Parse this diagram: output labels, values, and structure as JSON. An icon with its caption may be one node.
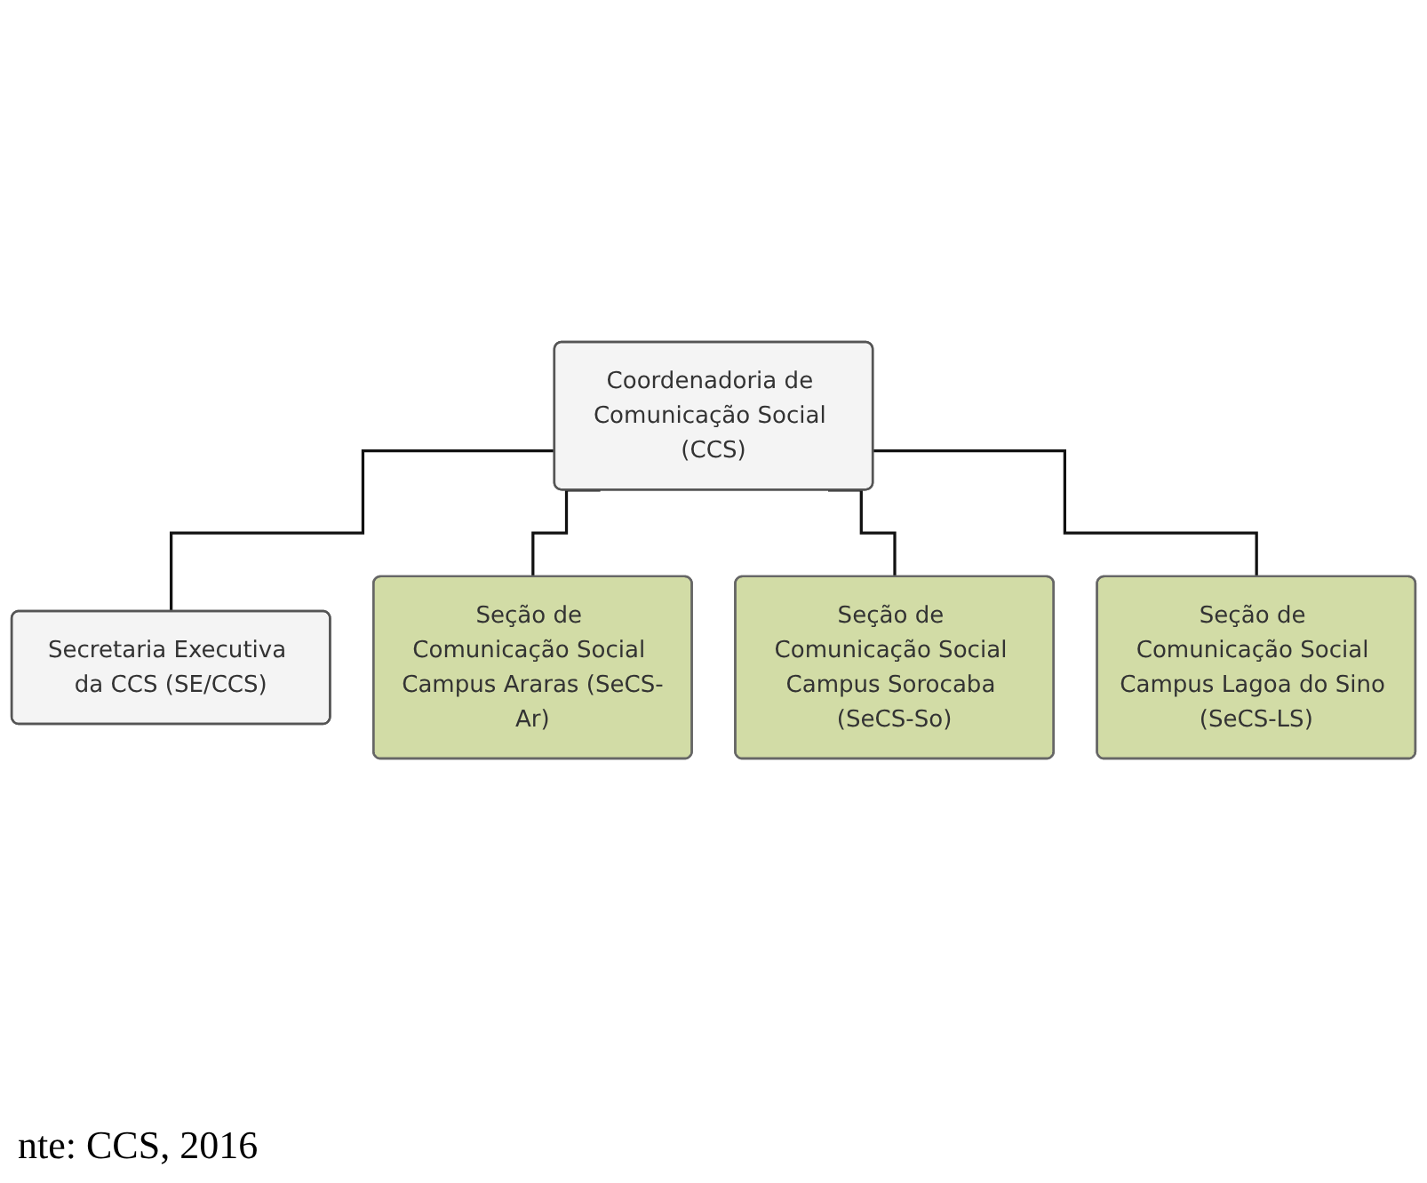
{
  "diagram": {
    "caption": "nte: CCS, 2016",
    "nodes": [
      {
        "text": [
          "Coordenadoria de Comunicação Social (CCS)"
        ]
      },
      {
        "text": [
          "Secretaria Executiva da CCS (SE/CCS)"
        ]
      },
      {
        "text": [
          "Seção de Comunicação Social Campus Araras (SeCS-Ar)"
        ]
      },
      {
        "text": [
          "Seção de Comunicação Social Campus Sorocaba (SeCS-So)"
        ]
      },
      {
        "text": [
          "Seção de Comunicação Social Campus Lagoa do Sino (SeCS-LS)"
        ]
      }
    ],
    "edges": [
      {
        "from": 0,
        "to": 1,
        "arrow": "none"
      },
      {
        "from": 0,
        "to": 2,
        "arrow": "none"
      },
      {
        "from": 0,
        "to": 3,
        "arrow": "none"
      },
      {
        "from": 0,
        "to": 4,
        "arrow": "none"
      }
    ]
  }
}
